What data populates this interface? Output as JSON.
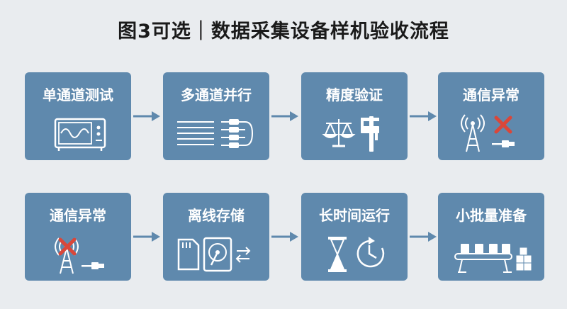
{
  "title": "图3可选｜数据采集设备样机验收流程",
  "steps": [
    {
      "label": "单通道测试",
      "icon": "oscilloscope-icon"
    },
    {
      "label": "多通道并行",
      "icon": "parallel-channels-icon"
    },
    {
      "label": "精度验证",
      "icon": "scale-caliper-icon"
    },
    {
      "label": "通信异常",
      "icon": "antenna-error-icon"
    },
    {
      "label": "通信异常",
      "icon": "antenna-error-icon"
    },
    {
      "label": "离线存储",
      "icon": "sdcard-harddisk-icon"
    },
    {
      "label": "长时间运行",
      "icon": "hourglass-clock-icon"
    },
    {
      "label": "小批量准备",
      "icon": "conveyor-boxes-icon"
    }
  ],
  "colors": {
    "background": "#e9ecef",
    "card": "#5f89ad",
    "arrow": "#5f89ad",
    "error": "#d9473a"
  }
}
